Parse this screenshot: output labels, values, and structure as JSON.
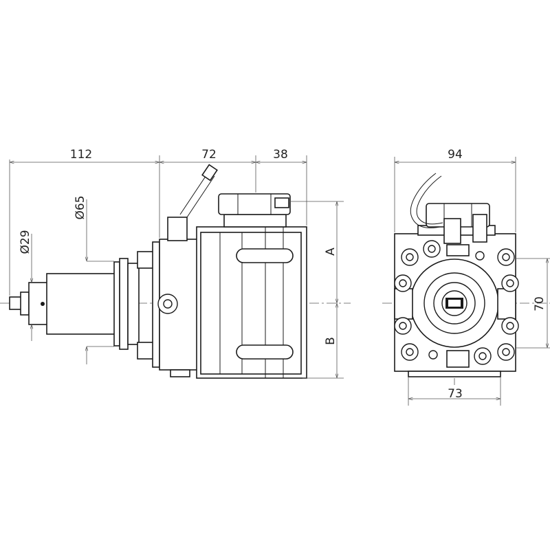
{
  "dimensions": {
    "side": {
      "length_a": "112",
      "length_b": "72",
      "length_c": "38",
      "dia_outer": "Ø65",
      "dia_shank": "Ø29",
      "height_a": "A",
      "height_b": "B"
    },
    "front": {
      "width_top": "94",
      "width_bottom": "73",
      "height_right": "70"
    }
  }
}
